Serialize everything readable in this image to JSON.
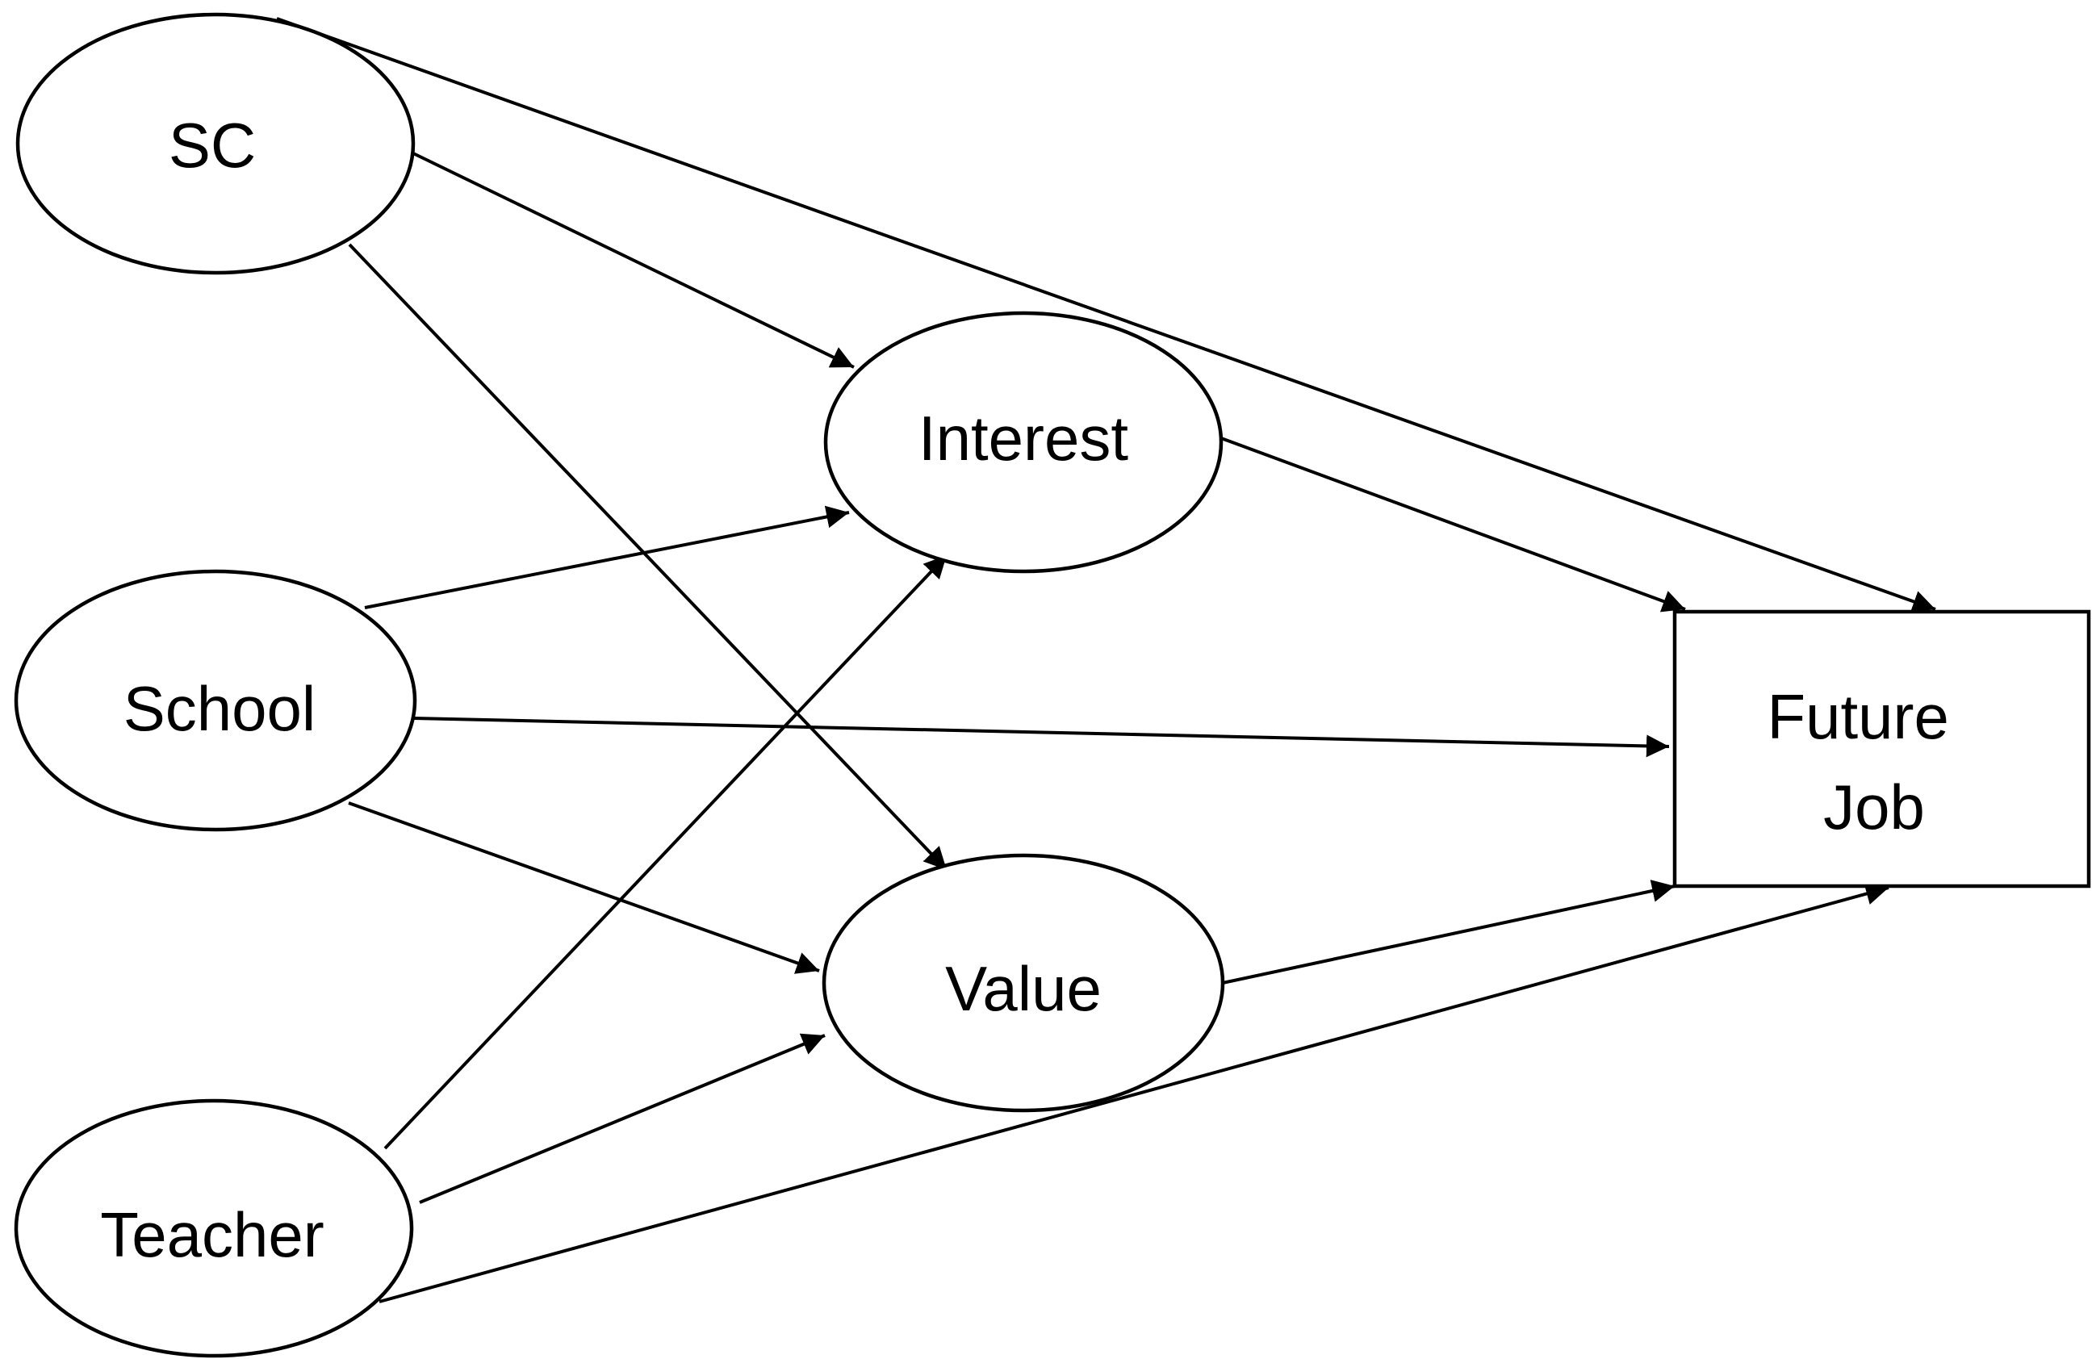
{
  "diagram": {
    "type": "path-diagram",
    "nodes": {
      "sc": {
        "label": "SC",
        "shape": "ellipse"
      },
      "school": {
        "label": "School",
        "shape": "ellipse"
      },
      "teacher": {
        "label": "Teacher",
        "shape": "ellipse"
      },
      "interest": {
        "label": "Interest",
        "shape": "ellipse"
      },
      "value": {
        "label": "Value",
        "shape": "ellipse"
      },
      "future_job": {
        "label_lines": [
          "Future",
          "Job"
        ],
        "shape": "rectangle"
      }
    },
    "edges": [
      {
        "from": "sc",
        "to": "interest"
      },
      {
        "from": "sc",
        "to": "value"
      },
      {
        "from": "sc",
        "to": "future_job"
      },
      {
        "from": "school",
        "to": "interest"
      },
      {
        "from": "school",
        "to": "value"
      },
      {
        "from": "school",
        "to": "future_job"
      },
      {
        "from": "teacher",
        "to": "interest"
      },
      {
        "from": "teacher",
        "to": "value"
      },
      {
        "from": "teacher",
        "to": "future_job"
      },
      {
        "from": "interest",
        "to": "future_job"
      },
      {
        "from": "value",
        "to": "future_job"
      }
    ],
    "colors": {
      "stroke": "#000000",
      "background": "#ffffff"
    }
  }
}
